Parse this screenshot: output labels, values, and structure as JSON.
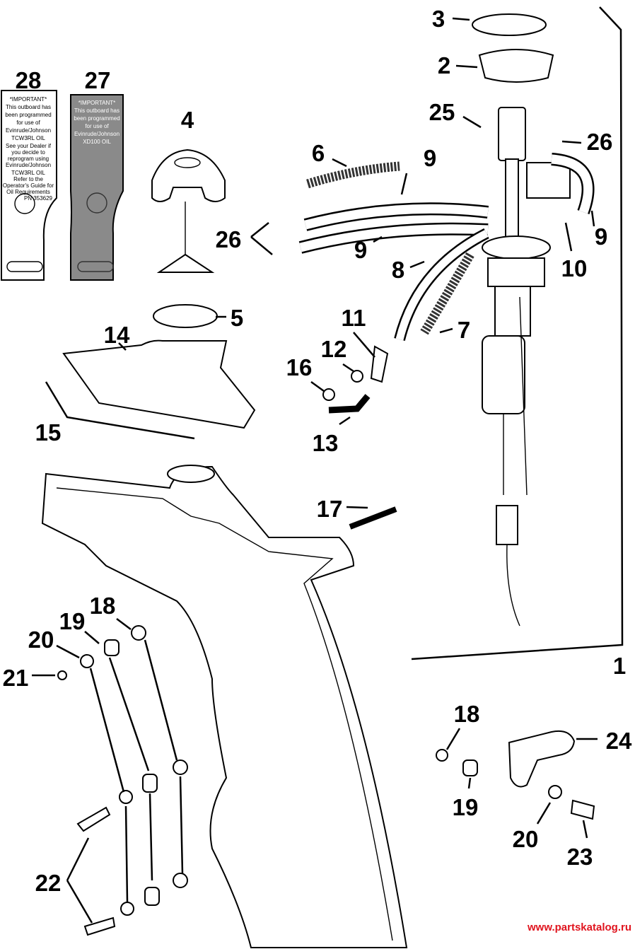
{
  "callouts": {
    "c1": "1",
    "c2": "2",
    "c3": "3",
    "c4": "4",
    "c5": "5",
    "c6": "6",
    "c7": "7",
    "c8": "8",
    "c9a": "9",
    "c9b": "9",
    "c9c": "9",
    "c10": "10",
    "c11": "11",
    "c12": "12",
    "c13": "13",
    "c14": "14",
    "c15": "15",
    "c16": "16",
    "c17": "17",
    "c18a": "18",
    "c18b": "18",
    "c19a": "19",
    "c19b": "19",
    "c20a": "20",
    "c20b": "20",
    "c21": "21",
    "c22": "22",
    "c23": "23",
    "c24": "24",
    "c25": "25",
    "c26a": "26",
    "c26b": "26",
    "c27": "27",
    "c28": "28"
  },
  "decal_28": {
    "lines": [
      "*IMPORTANT*",
      "This outboard has",
      "been programmed",
      "for use of",
      "Evinrude/Johnson",
      "TCW3RL OIL",
      "See your Dealer if",
      "you decide to",
      "reprogram using",
      "Evinrude/Johnson",
      "TCW3RL OIL",
      "Refer to the",
      "Operator's Guide for",
      "Oil Requirements",
      "PN 353629"
    ]
  },
  "decal_27": {
    "lines": [
      "*IMPORTANT*",
      "This outboard has",
      "been programmed",
      "for use of",
      "Evinrude/Johnson",
      "XD100 OIL"
    ]
  },
  "watermark": "www.partskatalog.ru"
}
